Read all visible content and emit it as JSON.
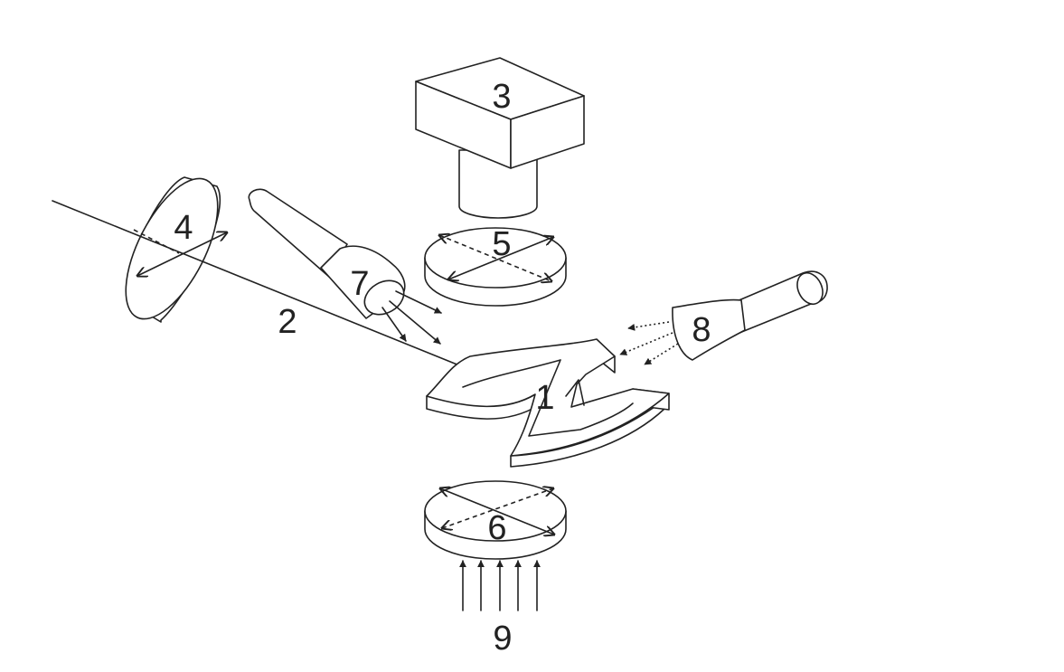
{
  "diagram": {
    "labels": {
      "l1": "1",
      "l2": "2",
      "l3": "3",
      "l4": "4",
      "l5": "5",
      "l6": "6",
      "l7": "7",
      "l8": "8",
      "l9": "9"
    },
    "colors": {
      "stroke": "#222222",
      "background": "#ffffff"
    }
  }
}
